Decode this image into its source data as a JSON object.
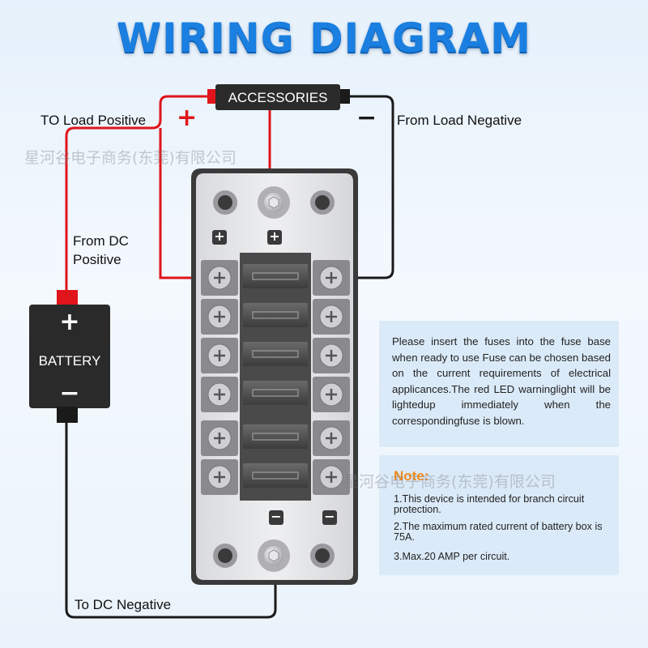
{
  "title": "WIRING DIAGRAM",
  "labels": {
    "load_positive": "TO Load Positive",
    "load_negative": "From Load Negative",
    "dc_positive_line1": "From DC",
    "dc_positive_line2": "Positive",
    "dc_negative": "To DC Negative"
  },
  "accessories_label": "ACCESSORIES",
  "battery_label": "BATTERY",
  "symbols": {
    "plus": "+",
    "minus": "−"
  },
  "watermark": "星河谷电子商务(东莞)有限公司",
  "info_text": "Please insert the fuses into the fuse base when ready to use Fuse can be chosen based on the current requirements of electrical applicances.The red LED warninglight will be lightedup immediately when the correspondingfuse is blown.",
  "note": {
    "title": "Note:",
    "items": [
      "1.This device is intended for branch circuit protection.",
      "2.The maximum rated current of battery box is 75A.",
      "3.Max.20 AMP per circuit."
    ]
  },
  "colors": {
    "title": "#1a7fe0",
    "positive_wire": "#e0141b",
    "negative_wire": "#1a1a1a",
    "note_title": "#f08a1c",
    "panel_bg": "#dbeaf8"
  }
}
